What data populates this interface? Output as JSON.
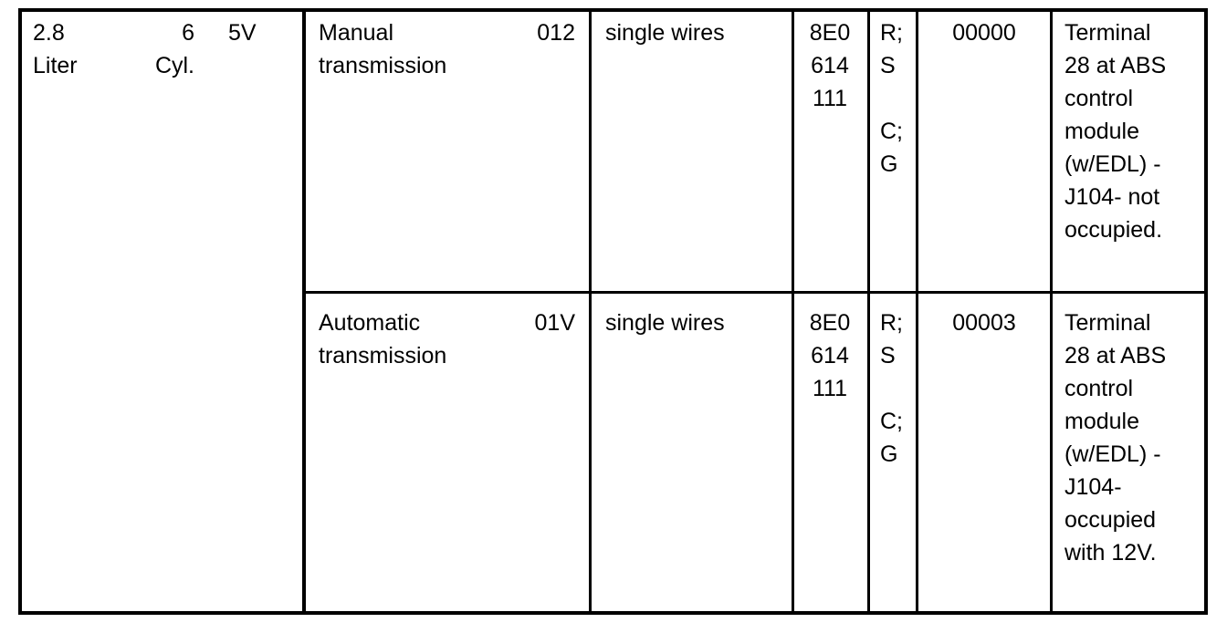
{
  "engine": {
    "displacement": "2.8\nLiter",
    "cylinders": "6\nCyl.",
    "valves": "5V"
  },
  "rows": [
    {
      "transmission": "Manual\ntransmission",
      "code": "012",
      "wiring": "single wires",
      "part_number": "8E0\n614\n111",
      "codes": "R;\nS\n\nC;\nG",
      "coding": "00000",
      "note": "Terminal\n28 at ABS\ncontrol\nmodule\n(w/EDL) -\nJ104- not\noccupied."
    },
    {
      "transmission": "Automatic\ntransmission",
      "code": "01V",
      "wiring": "single wires",
      "part_number": "8E0\n614\n111",
      "codes": "R;\nS\n\nC;\nG",
      "coding": "00003",
      "note": "Terminal\n28 at ABS\ncontrol\nmodule\n(w/EDL) -\nJ104-\noccupied\nwith 12V."
    }
  ]
}
